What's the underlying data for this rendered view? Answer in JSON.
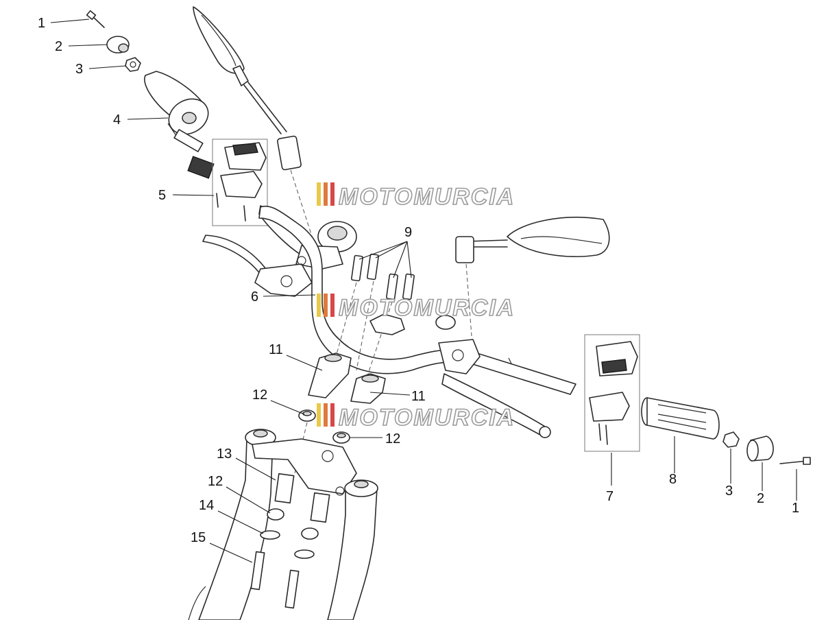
{
  "watermark": {
    "text": "MOTOMURCIA",
    "stripe_colors": [
      "#e8c94a",
      "#e07a3a",
      "#d8484a"
    ]
  },
  "callouts": {
    "c1_left": "1",
    "c2_left": "2",
    "c3_left": "3",
    "c4": "4",
    "c5": "5",
    "c6": "6",
    "c9": "9",
    "c11_a": "11",
    "c11_b": "11",
    "c12_a": "12",
    "c12_b": "12",
    "c12_c": "12",
    "c13": "13",
    "c14": "14",
    "c15": "15",
    "c7": "7",
    "c8": "8",
    "c3_right": "3",
    "c2_right": "2",
    "c1_right": "1"
  }
}
